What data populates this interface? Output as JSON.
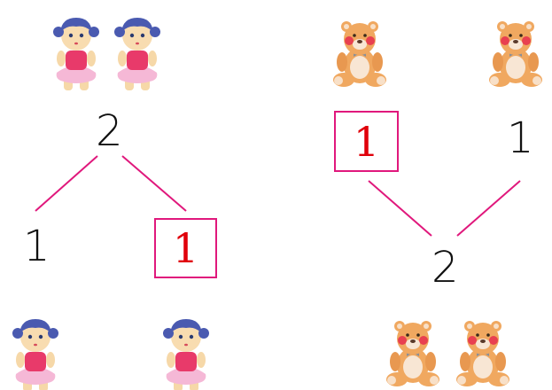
{
  "left": {
    "top_number": "2",
    "left_number": "1",
    "boxed_number": "1",
    "top_figures": [
      "doll-icon",
      "doll-icon"
    ],
    "bottom_figures": [
      "doll-icon",
      "doll-icon"
    ]
  },
  "right": {
    "boxed_number": "1",
    "right_number": "1",
    "bottom_number": "2",
    "top_figures": [
      "teddy-bear-icon",
      "teddy-bear-icon"
    ],
    "bottom_figures": [
      "teddy-bear-icon",
      "teddy-bear-icon"
    ]
  },
  "colors": {
    "line": "#e0187c",
    "box_border": "#e0187c",
    "boxed_text": "#e0000a",
    "text": "#111111"
  }
}
